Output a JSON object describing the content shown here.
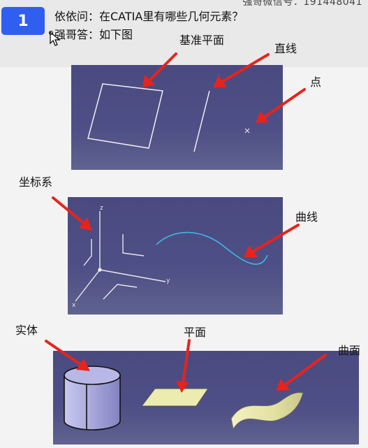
{
  "header": {
    "watermark": "强哥微信号：191448041",
    "step_number": "1",
    "question": "依依问：在CATIA里有哪些几何元素？",
    "answer": "强哥答：如下图"
  },
  "labels": {
    "plane_ref": "基准平面",
    "line": "直线",
    "point": "点",
    "axis_system": "坐标系",
    "curve": "曲线",
    "solid": "实体",
    "plane": "平面",
    "surface": "曲面"
  },
  "axis_letters": {
    "x": "x",
    "y": "y",
    "z": "z"
  },
  "colors": {
    "panel": "#4b4c82",
    "arrow": "#e8231c",
    "badge": "#2f5ef0",
    "curve": "#3fb8e0",
    "surface_fill": "#ecebb0"
  }
}
